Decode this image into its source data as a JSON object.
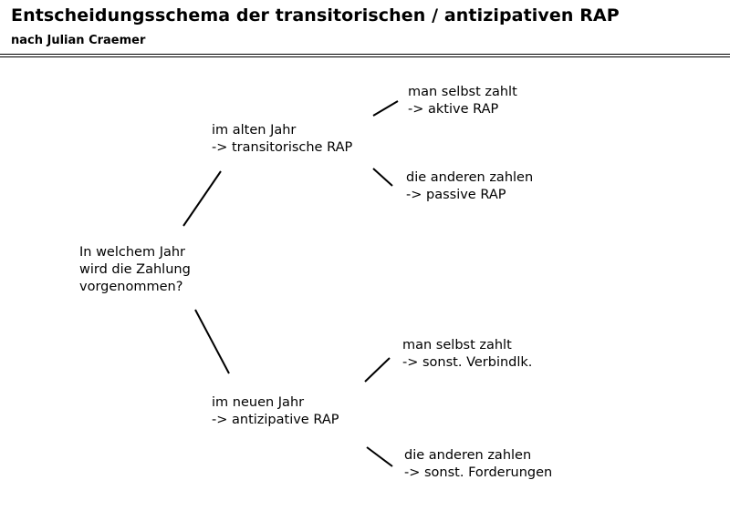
{
  "header": {
    "title": "Entscheidungsschema der transitorischen / antizipativen RAP",
    "subtitle": "nach Julian Craemer"
  },
  "diagram": {
    "root": {
      "lines": [
        "In welchem Jahr",
        "wird die Zahlung",
        "vorgenommen?"
      ]
    },
    "old_year": {
      "lines": [
        "im alten Jahr",
        "-> transitorische RAP"
      ],
      "self_pays": {
        "lines": [
          "man selbst zahlt",
          "-> aktive RAP"
        ]
      },
      "others_pay": {
        "lines": [
          "die anderen zahlen",
          "-> passive RAP"
        ]
      }
    },
    "new_year": {
      "lines": [
        "im neuen Jahr",
        "-> antizipative RAP"
      ],
      "self_pays": {
        "lines": [
          "man selbst zahlt",
          "-> sonst. Verbindlk."
        ]
      },
      "others_pay": {
        "lines": [
          "die anderen zahlen",
          "-> sonst. Forderungen"
        ]
      }
    }
  }
}
